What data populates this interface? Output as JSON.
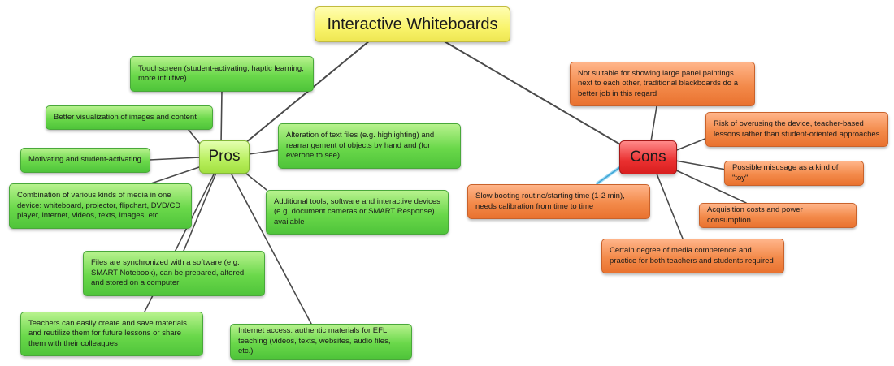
{
  "title": "Interactive Whiteboards",
  "pros": {
    "label": "Pros",
    "items": [
      "Touchscreen (student-activating, haptic learning, more intuitive)",
      "Better visualization of images and content",
      "Motivating and student-activating",
      "Combination of various kinds of media in one device: whiteboard, projector, flipchart, DVD/CD player, internet, videos, texts, images, etc.",
      "Files are synchronized with a software (e.g. SMART Notebook), can be prepared, altered and stored on a computer",
      "Teachers can easily create and save materials and reutilize them for future lessons or share them with their colleagues",
      "Alteration of text files (e.g. highlighting) and rearrangement of objects by hand and (for everone to see)",
      "Additional tools, software and interactive devices (e.g. document cameras or SMART Response) available",
      "Internet access: authentic materials for EFL teaching (videos, texts, websites, audio files, etc.)"
    ]
  },
  "cons": {
    "label": "Cons",
    "items": [
      "Not suitable for showing large panel paintings next to each other, traditional blackboards do a better job in this regard",
      "Risk of overusing the device, teacher-based lessons rather than student-oriented approaches",
      "Possible misusage as a kind of \"toy\"",
      "Acquisition costs and power consumption",
      "Certain degree of media competence and practice for both teachers and students required",
      "Slow booting routine/starting time (1-2 min), needs calibration from time to time"
    ]
  }
}
